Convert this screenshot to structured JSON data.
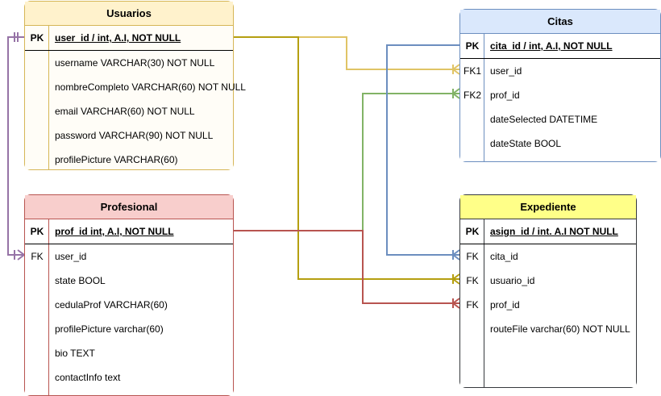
{
  "tables": {
    "usuarios": {
      "title": "Usuarios",
      "rows": [
        {
          "key": "PK",
          "field": "user_id  / int, A.I, NOT NULL"
        },
        {
          "key": "",
          "field": "username VARCHAR(30) NOT NULL"
        },
        {
          "key": "",
          "field": "nombreCompleto VARCHAR(60) NOT NULL"
        },
        {
          "key": "",
          "field": "email VARCHAR(60) NOT NULL"
        },
        {
          "key": "",
          "field": "password VARCHAR(90) NOT NULL"
        },
        {
          "key": "",
          "field": "profilePicture VARCHAR(60)"
        }
      ]
    },
    "profesional": {
      "title": "Profesional",
      "rows": [
        {
          "key": "PK",
          "field": "prof_id int, A.I, NOT NULL"
        },
        {
          "key": "FK",
          "field": "user_id"
        },
        {
          "key": "",
          "field": "state BOOL"
        },
        {
          "key": "",
          "field": "cedulaProf VARCHAR(60)"
        },
        {
          "key": "",
          "field": "profilePicture varchar(60)"
        },
        {
          "key": "",
          "field": "bio TEXT"
        },
        {
          "key": "",
          "field": "contactInfo text"
        }
      ]
    },
    "citas": {
      "title": "Citas",
      "rows": [
        {
          "key": "PK",
          "field": "cita_id / int, A.I, NOT NULL"
        },
        {
          "key": "FK1",
          "field": "user_id"
        },
        {
          "key": "FK2",
          "field": "prof_id"
        },
        {
          "key": "",
          "field": "dateSelected DATETIME"
        },
        {
          "key": "",
          "field": "dateState BOOL"
        }
      ]
    },
    "expediente": {
      "title": "Expediente",
      "rows": [
        {
          "key": "PK",
          "field": "asign_id / int. A.I NOT NULL"
        },
        {
          "key": "FK",
          "field": "cita_id"
        },
        {
          "key": "FK",
          "field": "usuario_id"
        },
        {
          "key": "FK",
          "field": "prof_id"
        },
        {
          "key": "",
          "field": "routeFile varchar(60) NOT NULL"
        }
      ]
    }
  },
  "colors": {
    "usuarios_link": "#c2a615",
    "usuarios_citas_link": "#e0c466",
    "profesional_link": "#b85450",
    "citas_link": "#6c8ebf",
    "prof_citas_link": "#82b366",
    "user_prof_link": "#9673a6"
  }
}
